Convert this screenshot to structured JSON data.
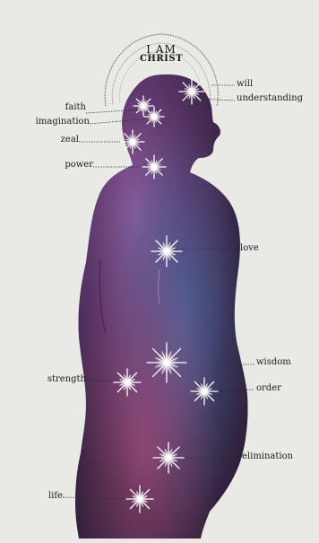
{
  "halo": {
    "line1": "I AM",
    "line2": "CHRIST"
  },
  "labels": {
    "will": "will",
    "understanding": "understanding",
    "faith": "faith",
    "imagination": "imagination",
    "zeal": "zeal",
    "power": "power",
    "love": "love",
    "wisdom": "wisdom",
    "strength": "strength",
    "order": "order",
    "elimination": "elimination",
    "life": "life"
  },
  "colors": {
    "background": "#e9e9e6",
    "body_dark": "#3a2744",
    "body_purple": "#6e3f7a",
    "body_blue": "#3e5a86",
    "body_magenta": "#8a3c66",
    "star": "#ffffff",
    "ink": "#1b1b1b"
  }
}
